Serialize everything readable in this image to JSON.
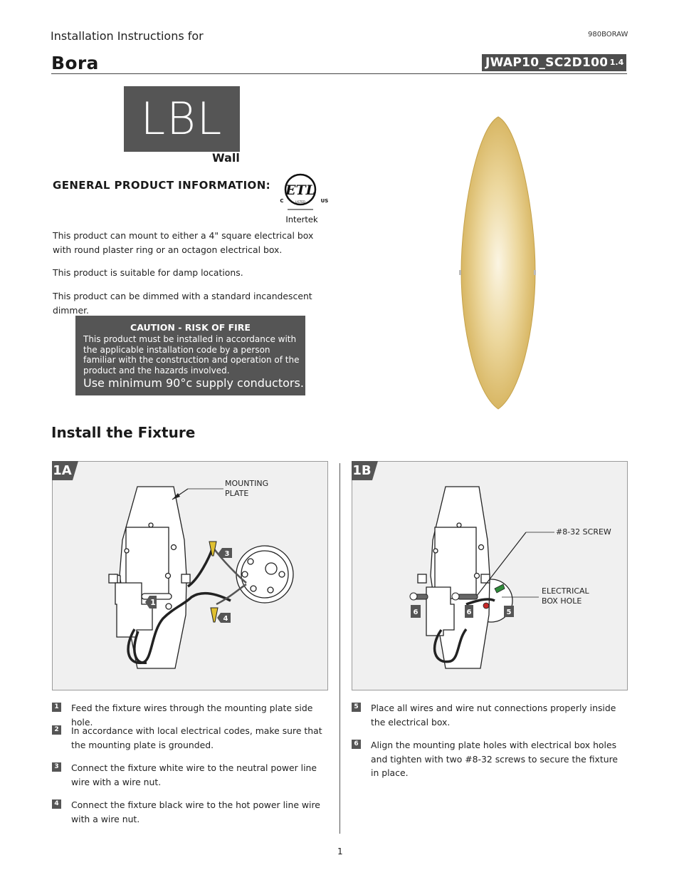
{
  "header": {
    "subtitle": "Installation Instructions for",
    "doc_code": "980BORAW",
    "title": "Bora",
    "model": "JWAP10_SC2D100",
    "version": "1.4"
  },
  "logo": {
    "text": "LBL",
    "subtext": "Wall"
  },
  "general": {
    "title": "GENERAL PRODUCT INFORMATION:",
    "cert": {
      "mark": "ETL",
      "left_letter": "C",
      "right_letter": "US",
      "listed": "LISTED",
      "agency": "Intertek"
    },
    "paragraphs": [
      "This product can mount to either a 4\" square electrical box with round plaster ring or an octagon electrical box.",
      "This product is suitable for damp locations.",
      "This product can be dimmed with a standard incandescent dimmer."
    ]
  },
  "caution": {
    "title": "CAUTION - RISK OF FIRE",
    "text": "This product must be installed in accordance with the applicable installation code by a person familiar with the construction and operation of the product and the hazards involved.",
    "conductors": "Use minimum 90°c supply conductors."
  },
  "install": {
    "title": "Install the Fixture",
    "panel_a": {
      "tag": "1A",
      "label_mounting_plate": [
        "MOUNTING",
        "PLATE"
      ],
      "callouts": [
        "1",
        "3",
        "4"
      ]
    },
    "panel_b": {
      "tag": "1B",
      "label_screw": "#8-32 SCREW",
      "label_box_hole": [
        "ELECTRICAL",
        "BOX HOLE"
      ],
      "callouts": [
        "6",
        "6",
        "5"
      ]
    },
    "steps_left": [
      {
        "num": "1",
        "text": "Feed the fixture wires through the mounting plate side hole."
      },
      {
        "num": "2",
        "text": "In accordance with local electrical codes, make sure that the mounting plate is grounded."
      },
      {
        "num": "3",
        "text": "Connect the fixture white wire to the neutral power line wire with a wire nut."
      },
      {
        "num": "4",
        "text": "Connect the fixture black wire to the hot power line wire with a wire nut."
      }
    ],
    "steps_right": [
      {
        "num": "5",
        "text": "Place all wires and wire nut connections properly inside the electrical box."
      },
      {
        "num": "6",
        "text": "Align the mounting plate holes with electrical box holes and tighten with two #8-32 screws to secure the fixture in place."
      }
    ]
  },
  "footer": {
    "page": "1"
  },
  "colors": {
    "dark_box": "#555555",
    "panel_bg": "#f0f0f0",
    "shade_gold": "#d8b55a"
  }
}
